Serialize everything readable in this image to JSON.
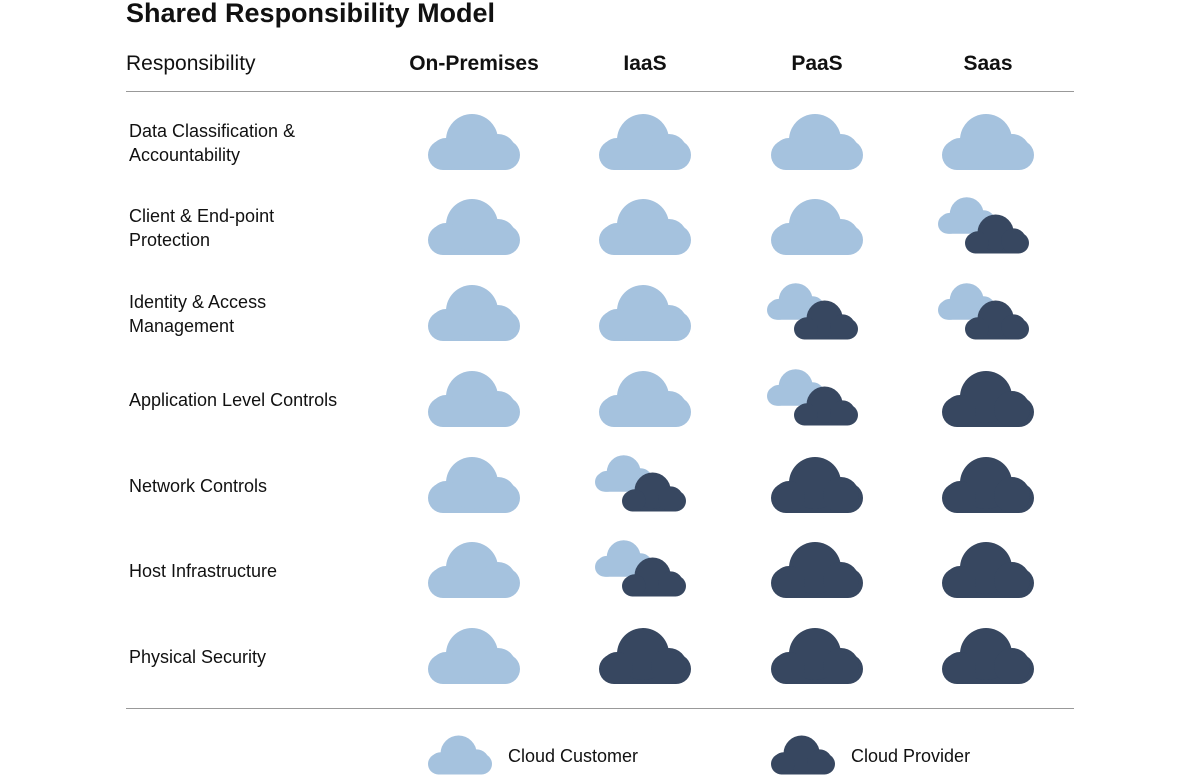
{
  "title": "Shared Responsibility Model",
  "header": {
    "responsibility": "Responsibility",
    "columns": [
      "On-Premises",
      "IaaS",
      "PaaS",
      "Saas"
    ]
  },
  "colors": {
    "customer": "#a5c2de",
    "provider": "#374760"
  },
  "rows": [
    {
      "label": "Data Classification & Accountability",
      "cells": [
        "customer",
        "customer",
        "customer",
        "customer"
      ]
    },
    {
      "label": "Client & End-point Protection",
      "cells": [
        "customer",
        "customer",
        "customer",
        "shared"
      ]
    },
    {
      "label": "Identity & Access Management",
      "cells": [
        "customer",
        "customer",
        "shared",
        "shared"
      ]
    },
    {
      "label": "Application Level Controls",
      "cells": [
        "customer",
        "customer",
        "shared",
        "provider"
      ]
    },
    {
      "label": "Network Controls",
      "cells": [
        "customer",
        "shared",
        "provider",
        "provider"
      ]
    },
    {
      "label": "Host Infrastructure",
      "cells": [
        "customer",
        "shared",
        "provider",
        "provider"
      ]
    },
    {
      "label": "Physical Security",
      "cells": [
        "customer",
        "provider",
        "provider",
        "provider"
      ]
    }
  ],
  "legend": {
    "customer": "Cloud Customer",
    "provider": "Cloud Provider"
  }
}
